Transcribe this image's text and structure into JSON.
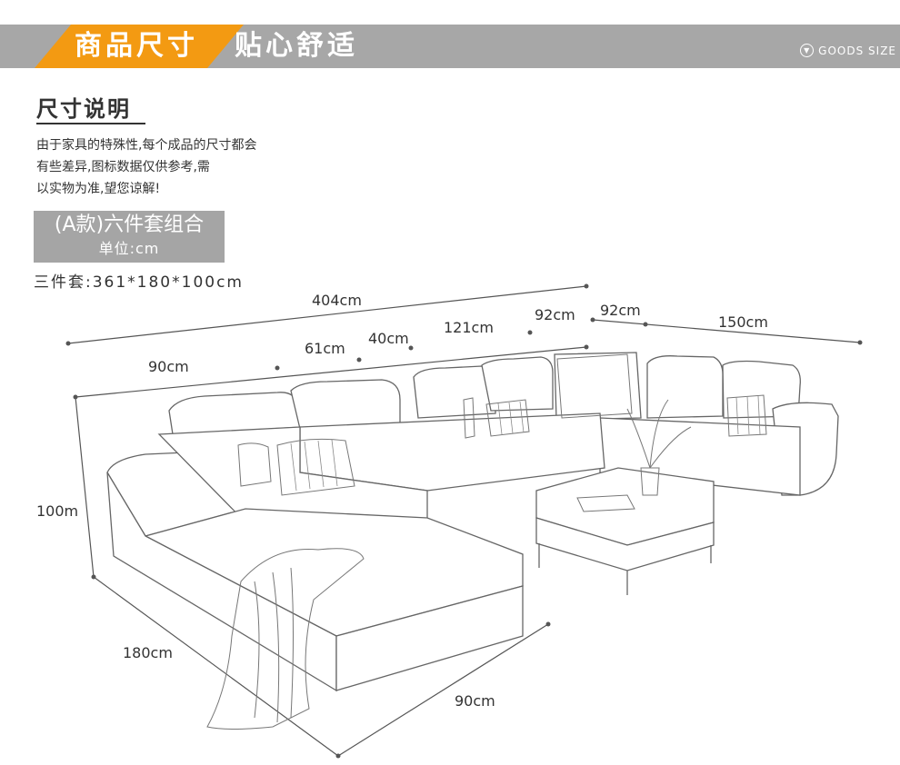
{
  "banner": {
    "title_part1": "商品尺寸",
    "title_part2": "贴心舒适",
    "goods_size_label": "GOODS SIZE"
  },
  "section": {
    "title": "尺寸说明",
    "note_lines": [
      "由于家具的特殊性,每个成品的尺寸都会",
      "有些差异,图标数据仅供参考,需",
      "以实物为准,望您谅解!"
    ]
  },
  "model": {
    "name": "(A款)六件套组合",
    "unit": "单位:cm",
    "set_size": "三件套:361*180*100cm"
  },
  "dimensions": {
    "total_width": "404cm",
    "seg_90": "90cm",
    "seg_61": "61cm",
    "seg_40": "40cm",
    "seg_121": "121cm",
    "seg_92_a": "92cm",
    "seg_92_b": "92cm",
    "seg_150": "150cm",
    "height": "100m",
    "depth": "180cm",
    "chaise_width": "90cm"
  }
}
